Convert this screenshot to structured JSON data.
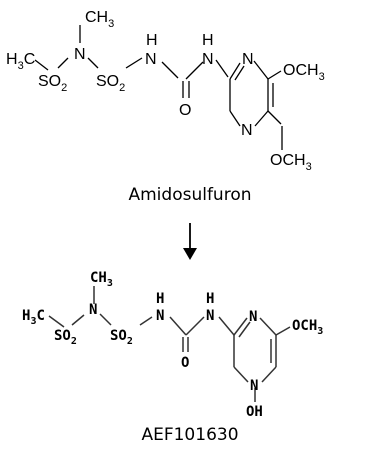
{
  "parent": {
    "name": "Amidosulfuron",
    "labels": {
      "ch3_top": "CH",
      "ch3_top_sub": "3",
      "h3c": "H",
      "h3c_sub": "3",
      "h3c_c": "C",
      "n_sulfonyl": "N",
      "so2_left": "SO",
      "so2_left_sub": "2",
      "so2_right": "SO",
      "so2_right_sub": "2",
      "nh_left_h": "H",
      "nh_left_n": "N",
      "nh_right_h": "H",
      "nh_right_n": "N",
      "carbonyl_o": "O",
      "ring_n_top": "N",
      "ring_n_bottom": "N",
      "och3_right": "OCH",
      "och3_right_sub": "3",
      "och3_bottom": "OCH",
      "och3_bottom_sub": "3"
    }
  },
  "arrow": {
    "direction": "down"
  },
  "metabolite": {
    "name": "AEF101630",
    "labels": {
      "ch3_top": "CH",
      "ch3_top_sub": "3",
      "h3c": "H",
      "h3c_sub": "3",
      "h3c_c": "C",
      "n_sulfonyl": "N",
      "so2_left": "SO",
      "so2_left_sub": "2",
      "so2_right": "SO",
      "so2_right_sub": "2",
      "nh_left_h": "H",
      "nh_left_n": "N",
      "nh_right_h": "H",
      "nh_right_n": "N",
      "carbonyl_o": "O",
      "ring_n_top": "N",
      "ring_n_bottom": "N",
      "och3_right": "OCH",
      "och3_right_sub": "3",
      "oh_bottom": "OH"
    }
  }
}
